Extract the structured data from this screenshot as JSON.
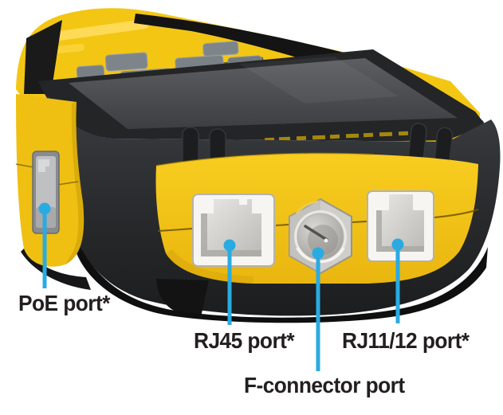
{
  "diagram": {
    "graphic_name": "cable-tester-bottom-view",
    "labels": {
      "poe": "PoE port*",
      "rj45": "RJ45 port*",
      "rj11": "RJ11/12 port*",
      "fconnector": "F-connector port"
    },
    "colors": {
      "callout_blue": "#29ABE2",
      "label_text": "#231F20",
      "device_yellow": "#F3C614",
      "device_black": "#232527"
    }
  }
}
